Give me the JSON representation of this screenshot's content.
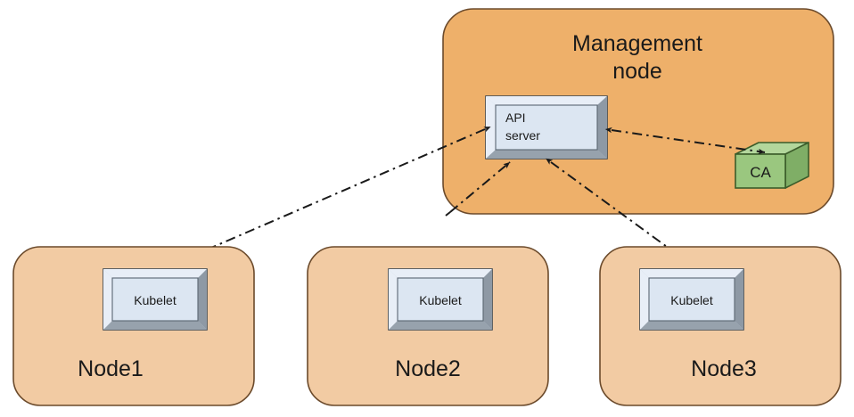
{
  "diagram": {
    "title_alt": "Kubernetes kubelet to API server certificate authority flow",
    "background": "#ffffff",
    "colors": {
      "mgmt_fill": "#eeb06a",
      "mgmt_stroke": "#6b4a2b",
      "node_fill": "#f2cba3",
      "node_stroke": "#6b4a2b",
      "component_fill": "#dce6f2",
      "component_bevel_light": "#e8eef7",
      "component_bevel_dark": "#9aa5b1",
      "component_stroke": "#5a6672",
      "ca_fill": "#9ac77f",
      "ca_top_fill": "#b3d79c",
      "ca_side_fill": "#7fae66",
      "ca_stroke": "#3b5c2a",
      "connector": "#1a1a1a",
      "text": "#1a1a1a"
    }
  },
  "management_node": {
    "title_line1": "Management",
    "title_line2": "node",
    "api_server": {
      "label_line1": "API",
      "label_line2": "server"
    },
    "ca": {
      "label": "CA"
    }
  },
  "worker_nodes": [
    {
      "id": "node1",
      "title": "Node1",
      "component_label": "Kubelet"
    },
    {
      "id": "node2",
      "title": "Node2",
      "component_label": "Kubelet"
    },
    {
      "id": "node3",
      "title": "Node3",
      "component_label": "Kubelet"
    }
  ],
  "connectors": [
    {
      "id": "api-to-kubelet1",
      "from": "API server",
      "to": "Node1 Kubelet",
      "style": "dash-dot",
      "arrow": "end"
    },
    {
      "id": "kubelet2-to-api",
      "from": "Node2 Kubelet",
      "to": "API server",
      "style": "dash-dot",
      "arrow": "end"
    },
    {
      "id": "api-to-kubelet3",
      "from": "API server",
      "to": "Node3 Kubelet",
      "style": "dash-dot",
      "arrow": "both"
    },
    {
      "id": "api-to-ca",
      "from": "API server",
      "to": "CA",
      "style": "dash-dot",
      "arrow": "both"
    }
  ]
}
